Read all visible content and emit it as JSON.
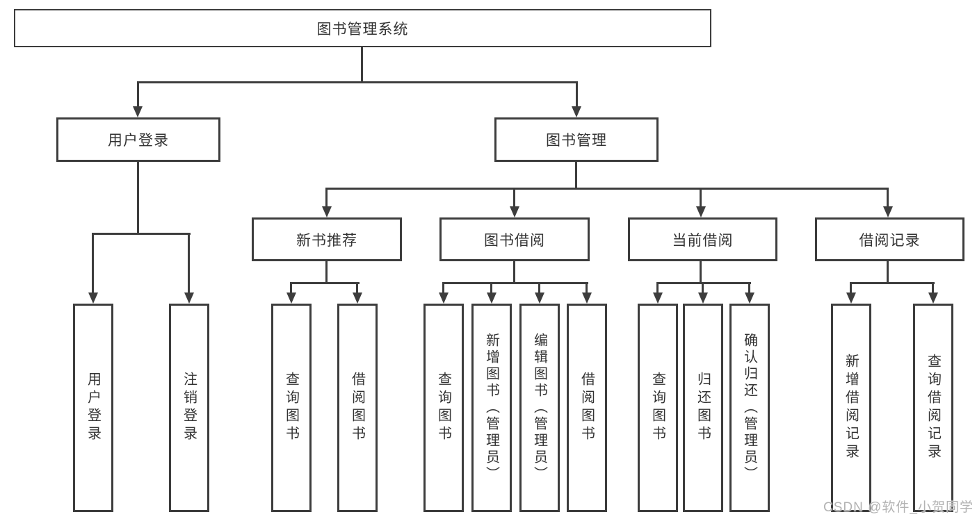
{
  "tree": {
    "label": "图书管理系统",
    "children": [
      {
        "label": "用户登录",
        "children": [
          {
            "label": "用户登录"
          },
          {
            "label": "注销登录"
          }
        ]
      },
      {
        "label": "图书管理",
        "children": [
          {
            "label": "新书推荐",
            "children": [
              {
                "label": "查询图书"
              },
              {
                "label": "借阅图书"
              }
            ]
          },
          {
            "label": "图书借阅",
            "children": [
              {
                "label": "查询图书"
              },
              {
                "label": "新增图书（管理员）"
              },
              {
                "label": "编辑图书（管理员）"
              },
              {
                "label": "借阅图书"
              }
            ]
          },
          {
            "label": "当前借阅",
            "children": [
              {
                "label": "查询图书"
              },
              {
                "label": "归还图书"
              },
              {
                "label": "确认归还（管理员）"
              }
            ]
          },
          {
            "label": "借阅记录",
            "children": [
              {
                "label": "新增借阅记录"
              },
              {
                "label": "查询借阅记录"
              }
            ]
          }
        ]
      }
    ]
  },
  "watermark": {
    "text": "CSDN @软件_小贺同学"
  },
  "colors": {
    "line": "#3d3d3d",
    "text": "#333333",
    "watermark": "#b3b3b3",
    "background": "#ffffff"
  }
}
